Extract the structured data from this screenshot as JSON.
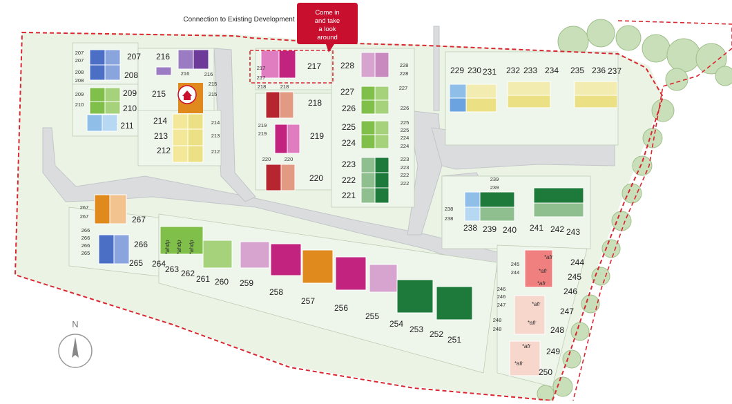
{
  "labels": {
    "top_label": "Connection to Existing Development",
    "callout_lines": [
      "Come in",
      "and take",
      "a look",
      "around"
    ],
    "north": "N",
    "ahdp": "*ahdp",
    "afr": "*afr"
  },
  "colors": {
    "site_fill": "#eaf3e4",
    "road": "#dadcde",
    "boundary": "#d92630",
    "callout": "#c8102e",
    "trees": "#c9dfb9"
  },
  "plots_big": [
    "207",
    "208",
    "209",
    "210",
    "211",
    "212",
    "213",
    "214",
    "215",
    "216",
    "217",
    "218",
    "219",
    "220",
    "221",
    "222",
    "223",
    "224",
    "225",
    "226",
    "227",
    "228",
    "229",
    "230",
    "231",
    "232",
    "233",
    "234",
    "235",
    "236",
    "237",
    "238",
    "239",
    "240",
    "241",
    "242",
    "243",
    "244",
    "245",
    "246",
    "247",
    "248",
    "249",
    "250",
    "251",
    "252",
    "253",
    "254",
    "255",
    "256",
    "257",
    "258",
    "259",
    "260",
    "261",
    "262",
    "263",
    "264",
    "265",
    "266",
    "267"
  ]
}
